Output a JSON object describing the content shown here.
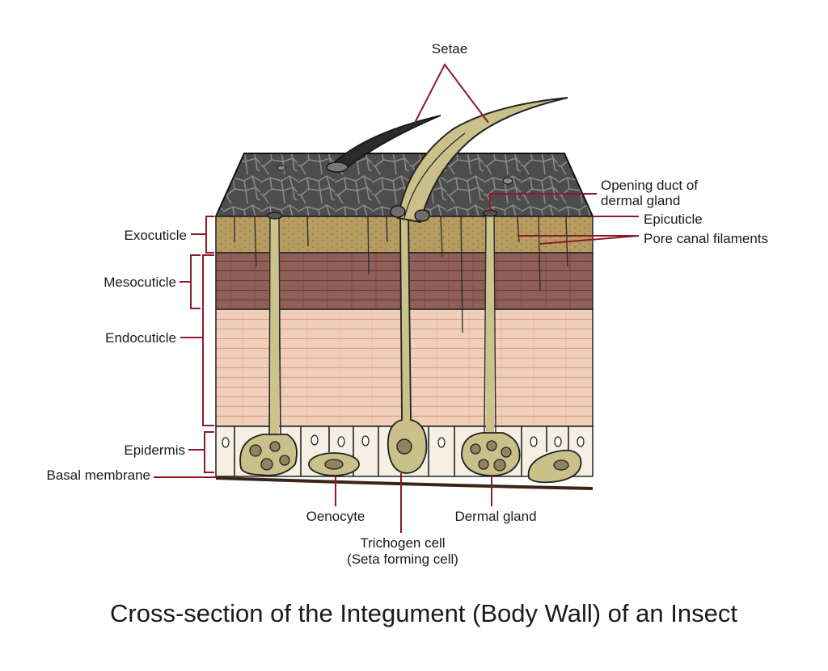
{
  "title": "Cross-section of the Integument (Body Wall) of an Insect",
  "labels": {
    "setae": "Setae",
    "opening_duct_line1": "Opening duct of",
    "opening_duct_line2": "dermal gland",
    "epicuticle": "Epicuticle",
    "pore_canal_filaments": "Pore canal filaments",
    "exocuticle": "Exocuticle",
    "mesocuticle": "Mesocuticle",
    "endocuticle": "Endocuticle",
    "epidermis": "Epidermis",
    "basal_membrane": "Basal membrane",
    "oenocyte": "Oenocyte",
    "trichogen_line1": "Trichogen cell",
    "trichogen_line2": "(Seta forming cell)",
    "dermal_gland": "Dermal gland"
  },
  "colors": {
    "leader": "#8b1a2a",
    "epicuticle_top": "#4a4a4a",
    "exocuticle": "#b49a5e",
    "mesocuticle": "#8e5e58",
    "endocuticle": "#efcdb8",
    "epidermis": "#f4efe2",
    "cell_fill": "#c9c08a",
    "seta": "#2b2b2b",
    "basal": "#3b2418"
  }
}
